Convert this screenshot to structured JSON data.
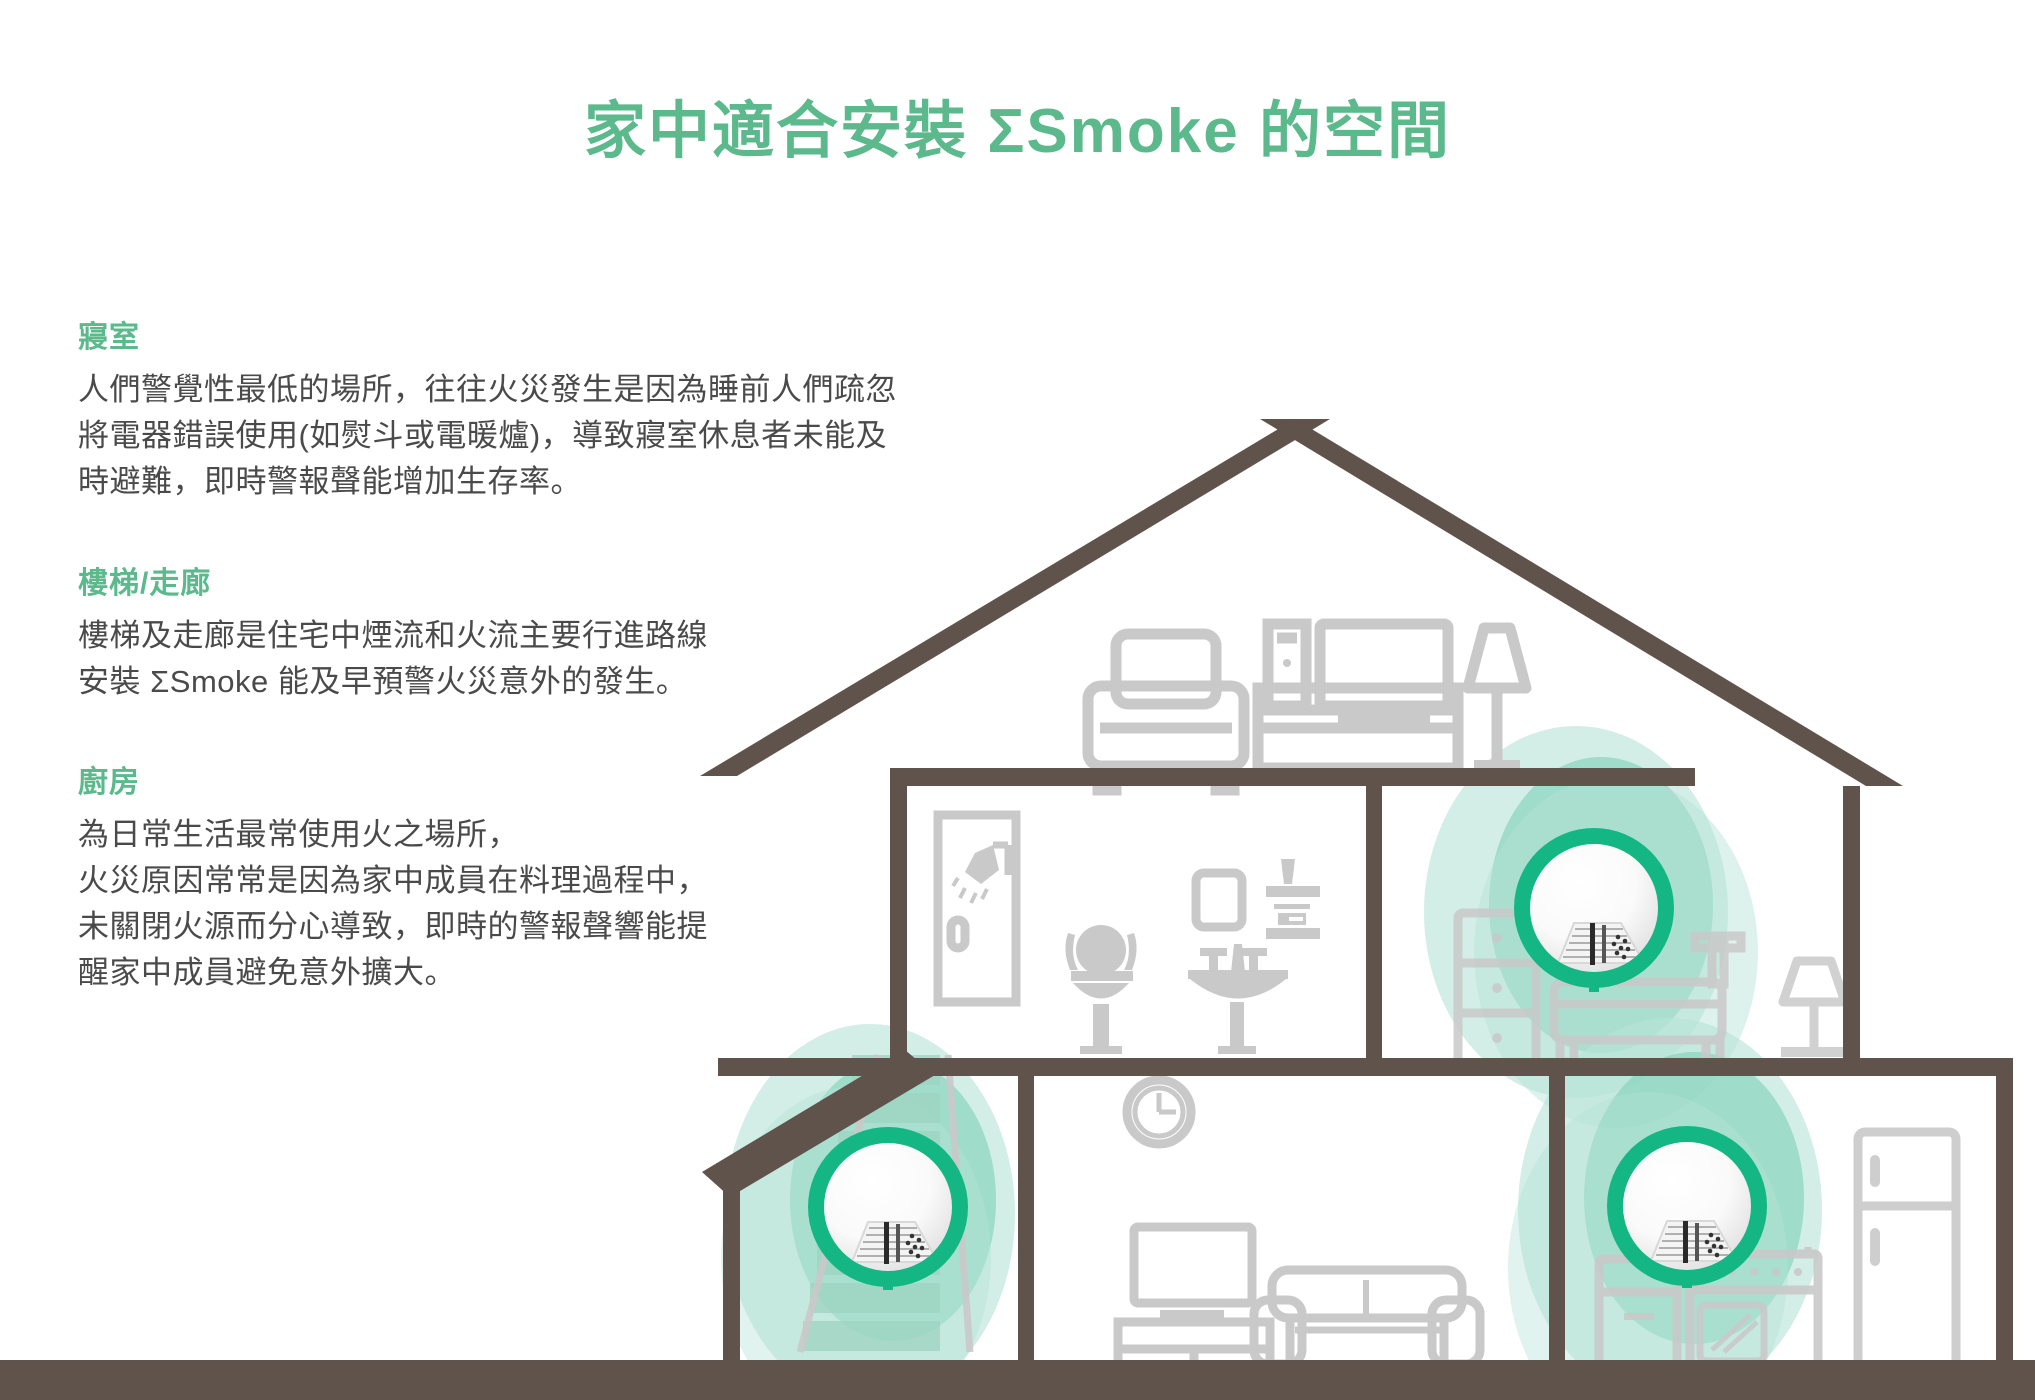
{
  "title": "家中適合安裝 ΣSmoke 的空間",
  "colors": {
    "brand_green": "#5bb98c",
    "ring_green": "#14b784",
    "halo_green": "#66c9ab",
    "halo_light_green": "#b6e3d7",
    "house_brown": "#5f534b",
    "furniture_gray": "#c9c9c9",
    "body_text": "#4a4a4a",
    "background": "#ffffff"
  },
  "sections": [
    {
      "heading": "寢室",
      "lines": [
        "人們警覺性最低的場所，往往火災發生是因為睡前人們疏忽",
        "將電器錯誤使用(如熨斗或電暖爐)，導致寢室休息者未能及",
        "時避難，即時警報聲能增加生存率。"
      ]
    },
    {
      "heading": "樓梯/走廊",
      "lines": [
        "樓梯及走廊是住宅中煙流和火流主要行進路線",
        "安裝 ΣSmoke 能及早預警火災意外的發生。"
      ]
    },
    {
      "heading": "廚房",
      "lines": [
        "為日常生活最常使用火之場所，",
        "火災原因常常是因為家中成員在料理過程中，",
        "未關閉火源而分心導致，即時的警報聲響能提",
        "醒家中成員避免意外擴大。"
      ]
    }
  ],
  "illustration": {
    "description": "住宅剖面圖",
    "rooms": [
      {
        "name": "閣樓",
        "items": [
          "armchair",
          "computer-desk",
          "floor-lamp"
        ]
      },
      {
        "name": "浴室",
        "items": [
          "shower-stall",
          "toilet",
          "sink",
          "mirror",
          "shelf"
        ]
      },
      {
        "name": "寢室",
        "items": [
          "dresser",
          "bed",
          "table-lamp"
        ]
      },
      {
        "name": "樓梯間",
        "items": [
          "staircase"
        ]
      },
      {
        "name": "客廳",
        "items": [
          "wall-clock",
          "television",
          "tv-stand",
          "sofa"
        ]
      },
      {
        "name": "廚房",
        "items": [
          "cabinet",
          "stove-oven",
          "refrigerator"
        ]
      }
    ],
    "detectors": [
      {
        "location": "寢室",
        "label": "ΣSmoke 偵煙器"
      },
      {
        "location": "樓梯間",
        "label": "ΣSmoke 偵煙器"
      },
      {
        "location": "廚房",
        "label": "ΣSmoke 偵煙器"
      }
    ]
  }
}
